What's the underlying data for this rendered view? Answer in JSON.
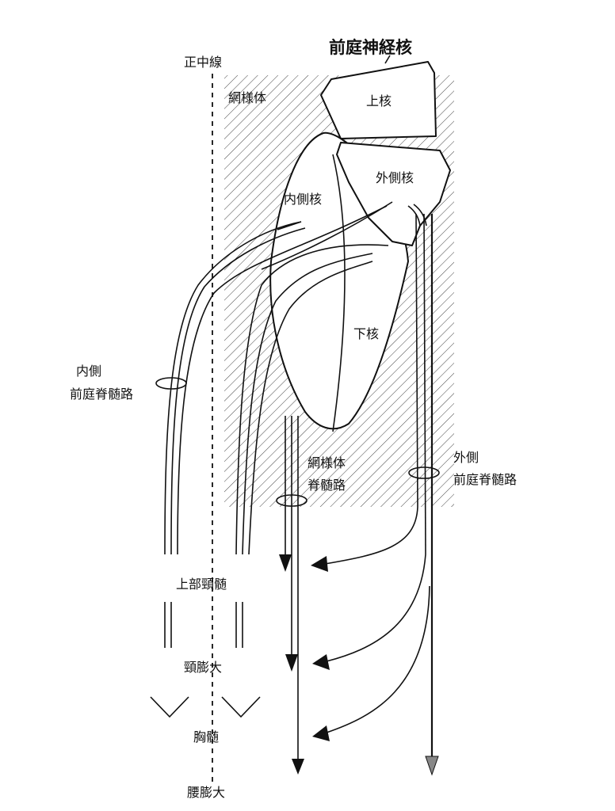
{
  "diagram": {
    "nucleus_title": "前庭神経核",
    "midline_label": "正中線",
    "reticular_label": "網様体",
    "nuclei": {
      "superior": "上核",
      "lateral": "外側核",
      "medial": "内側核",
      "inferior": "下核"
    },
    "tracts": {
      "medial_line1": "内側",
      "medial_line2": "前庭脊髄路",
      "reticulospinal_line1": "網様体",
      "reticulospinal_line2": "脊髄路",
      "lateral_line1": "外側",
      "lateral_line2": "前庭脊髄路"
    },
    "levels": {
      "upper_cervical": "上部頸髄",
      "cervical_enlargement": "頸膨大",
      "thoracic": "胸髄",
      "lumbar_enlargement": "腰膨大"
    }
  }
}
